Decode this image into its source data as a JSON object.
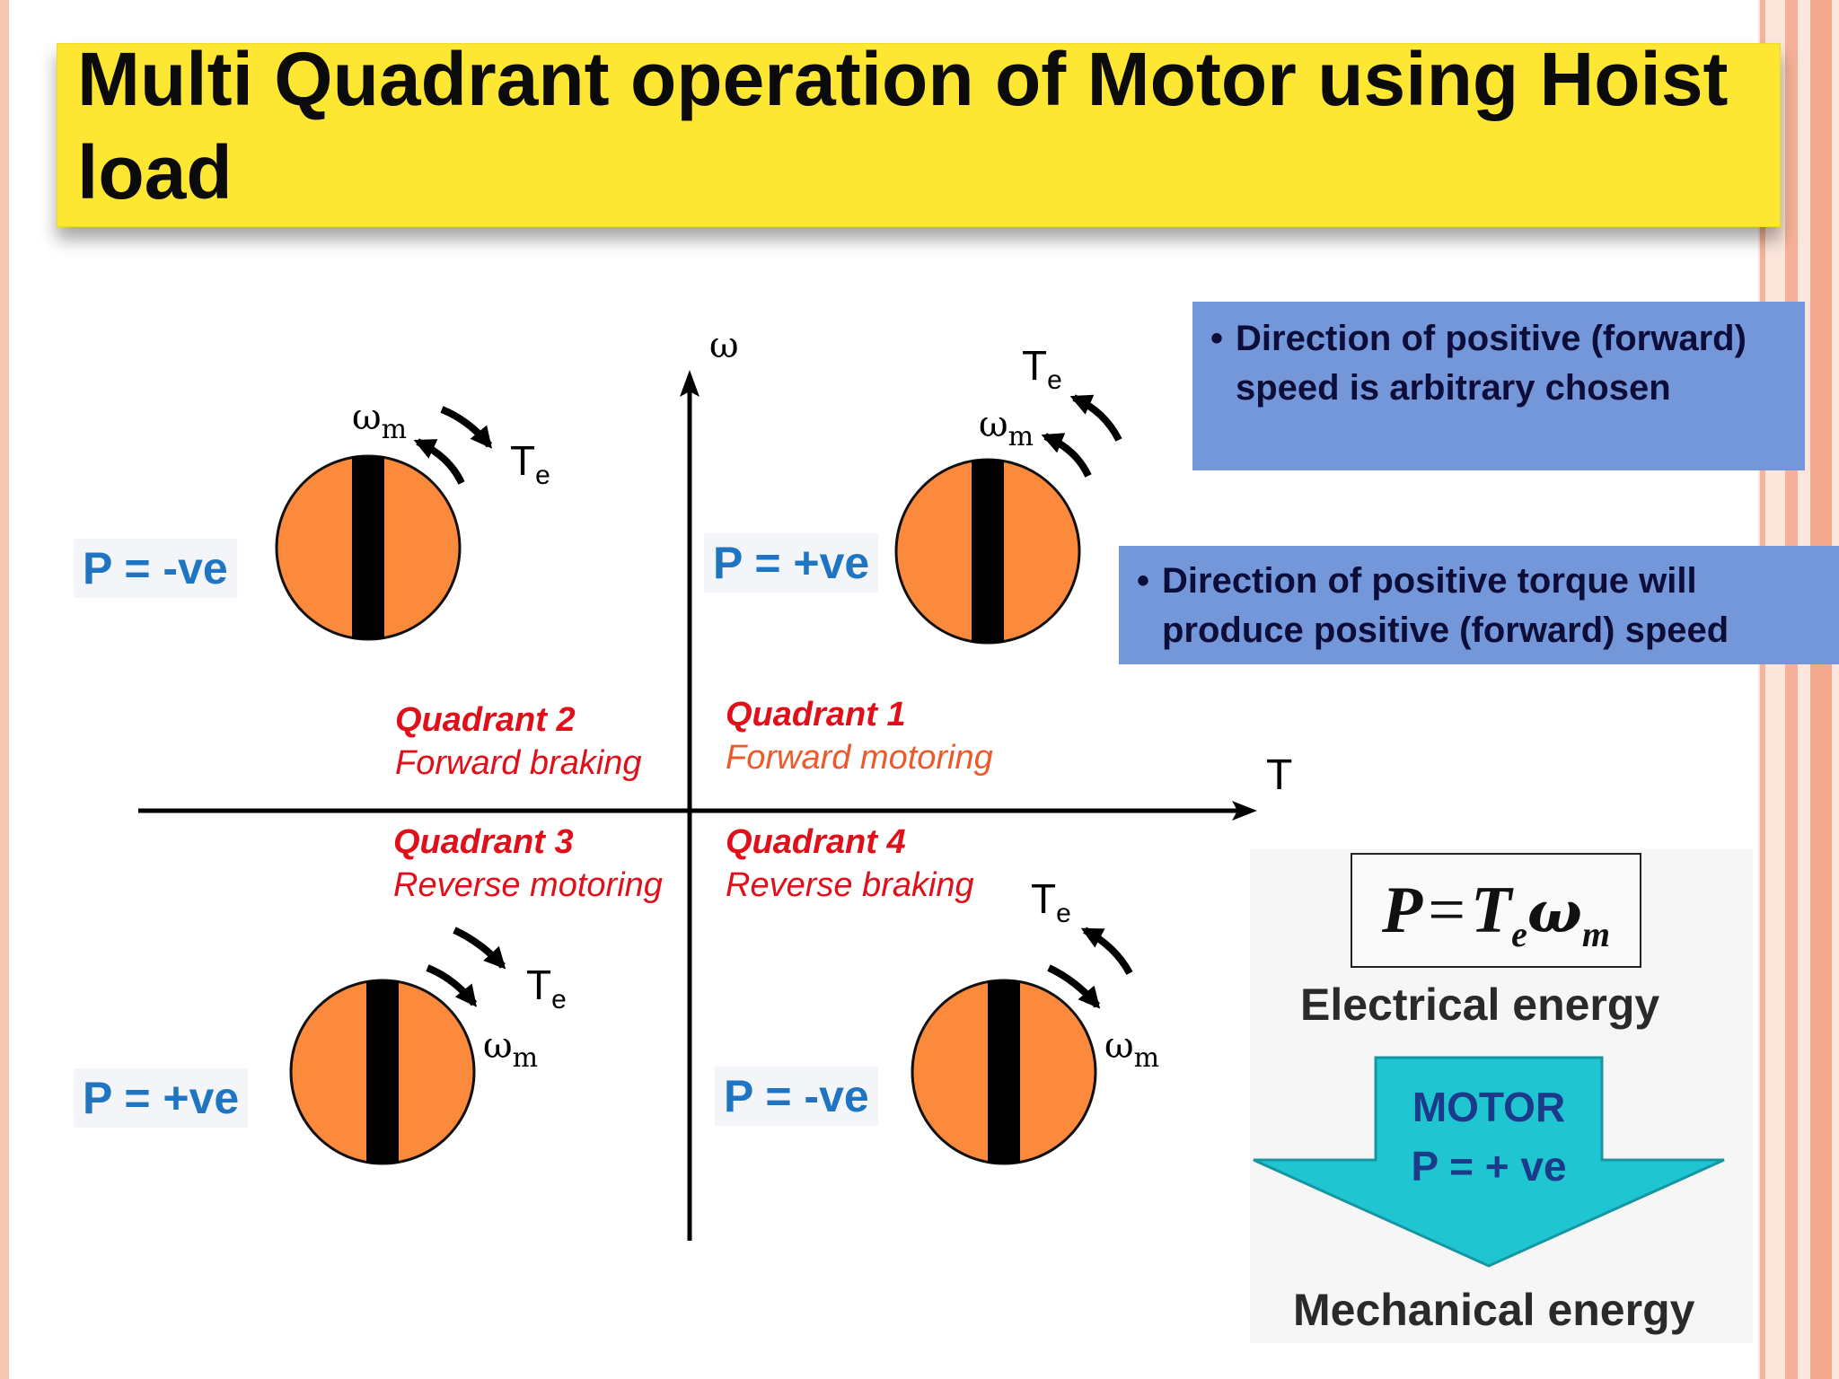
{
  "title": "Multi Quadrant operation of Motor using Hoist load",
  "info": [
    {
      "bullet": "•",
      "text": "Direction of positive (forward) speed is arbitrary chosen"
    },
    {
      "bullet": "•",
      "text": "Direction of positive torque will produce positive (forward) speed"
    }
  ],
  "axes": {
    "vertical": "ω",
    "horizontal": "T"
  },
  "quadrants": [
    {
      "name": "Quadrant 1",
      "mode": "Forward motoring",
      "power": "P = +ve"
    },
    {
      "name": "Quadrant 2",
      "mode": "Forward braking",
      "power": "P = -ve"
    },
    {
      "name": "Quadrant 3",
      "mode": "Reverse motoring",
      "power": "P = +ve"
    },
    {
      "name": "Quadrant 4",
      "mode": "Reverse braking",
      "power": "P = -ve"
    }
  ],
  "symbols": {
    "torque_base": "T",
    "torque_sub": "e",
    "speed_base": "ω",
    "speed_sub": "m"
  },
  "formula": {
    "lhs": "P",
    "eq": "=",
    "t": "T",
    "t_sub": "e",
    "w": "ω",
    "w_sub": "m"
  },
  "energy": {
    "top": "Electrical energy",
    "bottom": "Mechanical energy",
    "motor": "MOTOR",
    "motor_power": "P = + ve"
  },
  "colors": {
    "title_bg": "#fde733",
    "info_bg": "#7497da",
    "rotor": "#fb8a3c",
    "quadrant_text": "#e0101a",
    "power_text": "#1f75c2",
    "motor_arrow": "#1fc6d2"
  }
}
